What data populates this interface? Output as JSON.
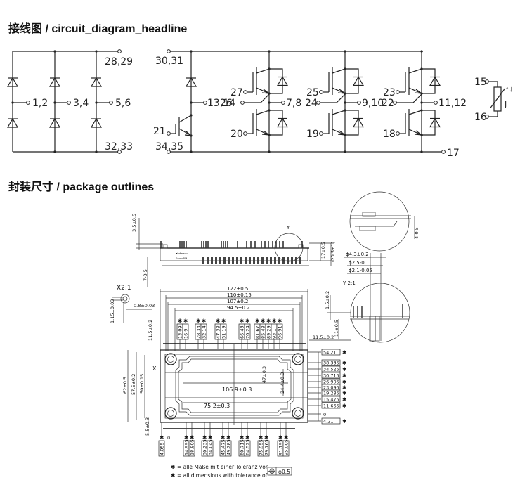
{
  "headings": {
    "circuit": "接线图 / circuit_diagram_headline",
    "package": "封装尺寸 / package outlines"
  },
  "circuit_labels": {
    "rectifier_top": "28,29",
    "rectifier_bottom": "32,33",
    "rectifier_ac": [
      "1,2",
      "3,4",
      "5,6"
    ],
    "brake_top": "30,31",
    "brake_bottom": "34,35",
    "brake_gate": "21",
    "brake_out": "13,14",
    "inv_emitter_sense": [
      "26",
      "24",
      "22"
    ],
    "inv_high_gates": [
      "27",
      "25",
      "23"
    ],
    "inv_low_gates": [
      "20",
      "19",
      "18"
    ],
    "inv_outputs": [
      "7,8",
      "9,10",
      "11,12"
    ],
    "common_emitter": "17",
    "ntc_pins": [
      "15",
      "16"
    ],
    "ntc_symbol": "J"
  },
  "package": {
    "view_x_scale": "X2:1",
    "view_y_scale": "Y 2:1",
    "detail_y": "Y",
    "detail_x": "X",
    "dims_top": [
      "3.5±0.5",
      "17±0.5",
      "(20.5±1)",
      "7-0.5",
      "4-0.5"
    ],
    "dims_width": [
      "122±0.5",
      "110±0.15",
      "107±0.2",
      "94.5±0.2"
    ],
    "dims_holes": [
      "ϕ4.3±0.2",
      "ϕ2.5-0.1",
      "ϕ2.1-0.05"
    ],
    "dims_left": [
      "0.8±0.03",
      "1.15±0.03",
      "11.5±0.2",
      "62±0.5",
      "57.5±0.2",
      "50±0.15",
      "5.5±0.3"
    ],
    "dims_inner": [
      "106.9±0.3",
      "75.2±0.3",
      "47±0.3",
      "24.4±0.3"
    ],
    "dims_right_side": [
      "1.5±0.2",
      "11±0.5",
      "11.5±0.2"
    ],
    "pin_x_top": [
      "13.09",
      "16.9",
      "28.33",
      "32.14",
      "47.38",
      "51.19",
      "66.43",
      "70.24",
      "81.67",
      "85.48",
      "89.29",
      "93.1",
      "96.91"
    ],
    "pin_x_bottom": [
      "4.055",
      "14.995",
      "18.805",
      "30.235",
      "34.045",
      "45.475",
      "49.285",
      "60.715",
      "64.525",
      "75.955",
      "79.765",
      "91.195",
      "95.005"
    ],
    "pin_y_right": [
      "54.21",
      "38.335",
      "34.525",
      "30.715",
      "26.905",
      "23.095",
      "19.285",
      "15.475",
      "11.665",
      "0",
      "4.21"
    ],
    "zero": "0",
    "note_symbol": "✱",
    "note_de": "= alle Maße mit einer Toleranz von",
    "note_en": "= all dimensions with tolerance of",
    "tolerance": "ϕ0.5"
  }
}
